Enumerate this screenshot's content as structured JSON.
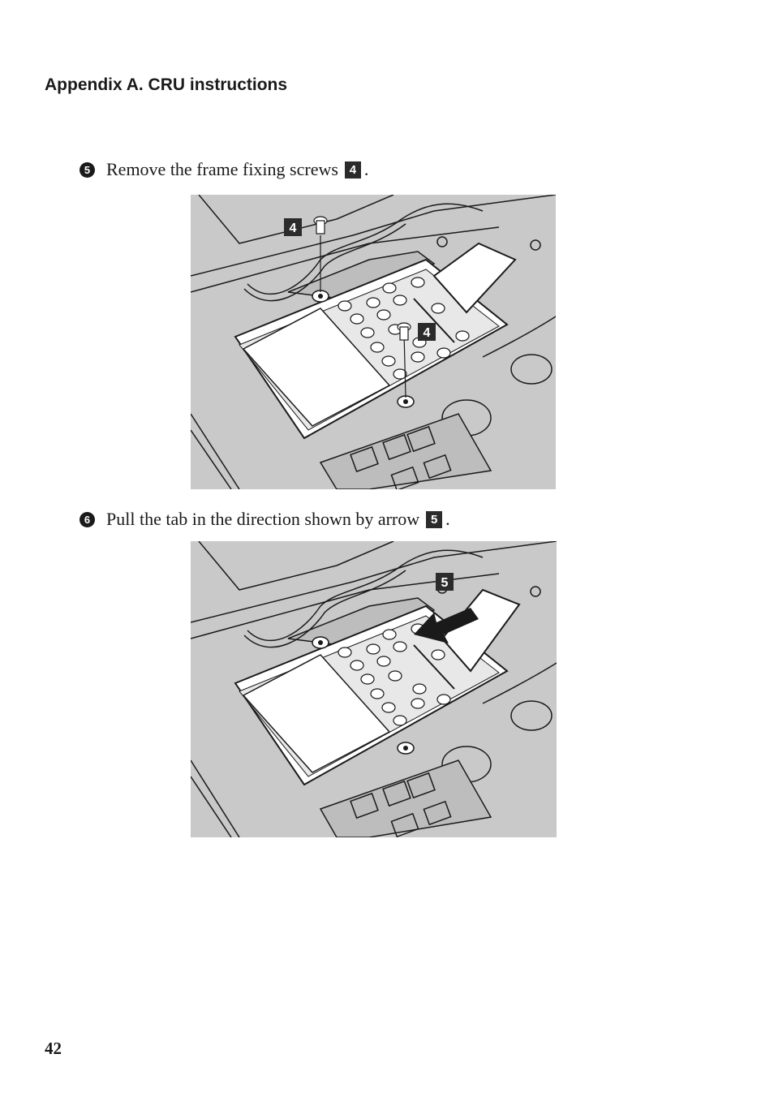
{
  "header": {
    "title": "Appendix A. CRU instructions"
  },
  "steps": [
    {
      "number": "5",
      "text": "Remove the frame fixing screws",
      "callout": "4",
      "suffix": "."
    },
    {
      "number": "6",
      "text": "Pull the tab in the direction shown by arrow",
      "callout": "5",
      "suffix": "."
    }
  ],
  "figures": [
    {
      "callouts": [
        "4",
        "4"
      ]
    },
    {
      "callouts": [
        "5"
      ]
    }
  ],
  "footer": {
    "page_number": "42"
  },
  "colors": {
    "illustration_bg": "#c9c9c9",
    "line": "#1a1a1a",
    "component_fill": "#ffffff"
  }
}
